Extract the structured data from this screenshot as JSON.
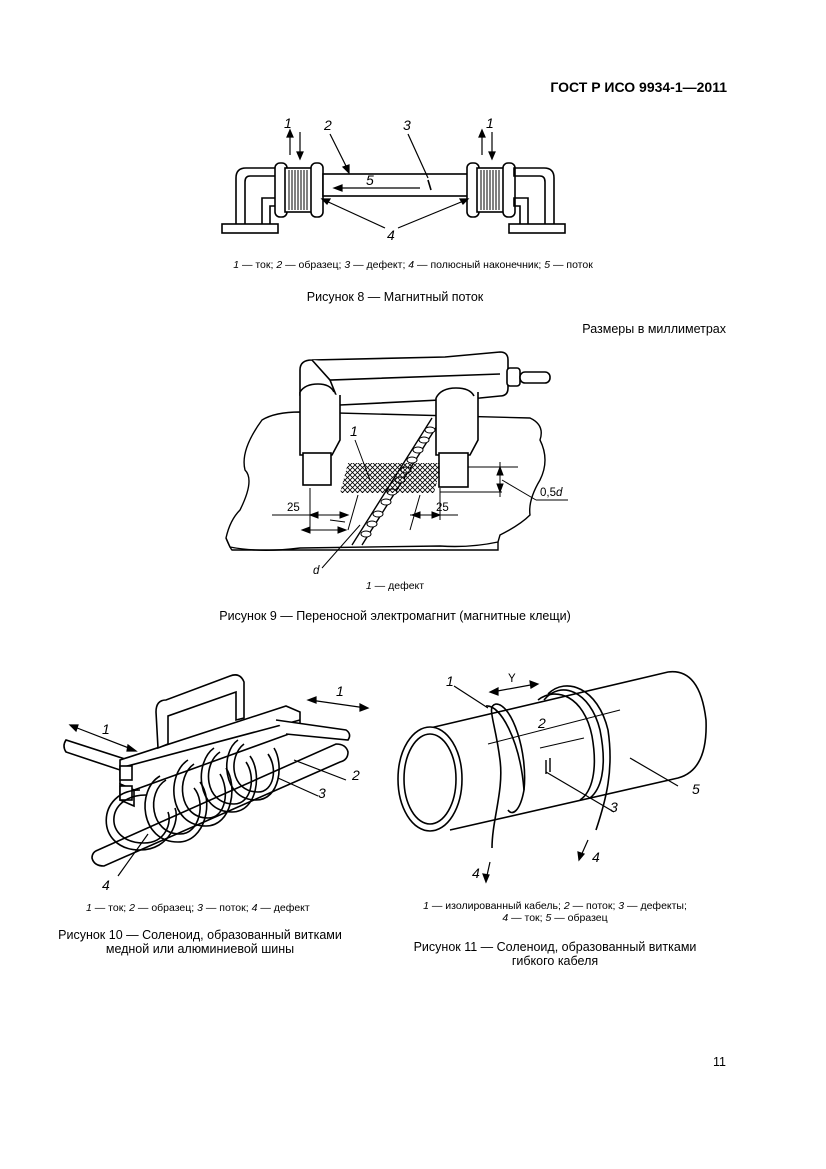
{
  "header": {
    "standard_code": "ГОСТ Р ИСО 9934-1—2011"
  },
  "page_number": "11",
  "figure8": {
    "labels": {
      "n1": "1",
      "n2": "2",
      "n3": "3",
      "n4": "4",
      "n5": "5"
    },
    "legend": [
      {
        "num": "1",
        "text": " — ток; "
      },
      {
        "num": "2",
        "text": " — образец; "
      },
      {
        "num": "3",
        "text": " — дефект; "
      },
      {
        "num": "4",
        "text": " — полюсный наконечник; "
      },
      {
        "num": "5",
        "text": " — поток"
      }
    ],
    "caption": "Рисунок 8 — Магнитный поток"
  },
  "sizes_note": "Размеры в миллиметрах",
  "figure9": {
    "labels": {
      "n1": "1",
      "dim_left": "25",
      "dim_right": "25",
      "dim_gap": "0,5",
      "dim_gap_var": "d",
      "d": "d"
    },
    "legend": [
      {
        "num": "1",
        "text": " — дефект"
      }
    ],
    "caption": "Рисунок 9 — Переносной электромагнит (магнитные клещи)"
  },
  "figure10": {
    "labels": {
      "n1a": "1",
      "n1b": "1",
      "n2": "2",
      "n3": "3",
      "n4": "4"
    },
    "legend": [
      {
        "num": "1",
        "text": " — ток; "
      },
      {
        "num": "2",
        "text": " — образец; "
      },
      {
        "num": "3",
        "text": " — поток; "
      },
      {
        "num": "4",
        "text": " — дефект"
      }
    ],
    "caption_line1": "Рисунок  10 — Соленоид, образованный витками",
    "caption_line2": "медной или алюминиевой шины"
  },
  "figure11": {
    "labels": {
      "n1": "1",
      "y": "Y",
      "n2": "2",
      "n3": "3",
      "n4a": "4",
      "n4b": "4",
      "n5": "5"
    },
    "legend_line1": [
      {
        "num": "1",
        "text": " — изолированный кабель; "
      },
      {
        "num": "2",
        "text": " — поток; "
      },
      {
        "num": "3",
        "text": " — дефекты;"
      }
    ],
    "legend_line2": [
      {
        "num": "4",
        "text": " — ток; "
      },
      {
        "num": "5",
        "text": " — образец"
      }
    ],
    "caption_line1": "Рисунок 11 — Соленоид, образованный витками",
    "caption_line2": "гибкого кабеля"
  }
}
